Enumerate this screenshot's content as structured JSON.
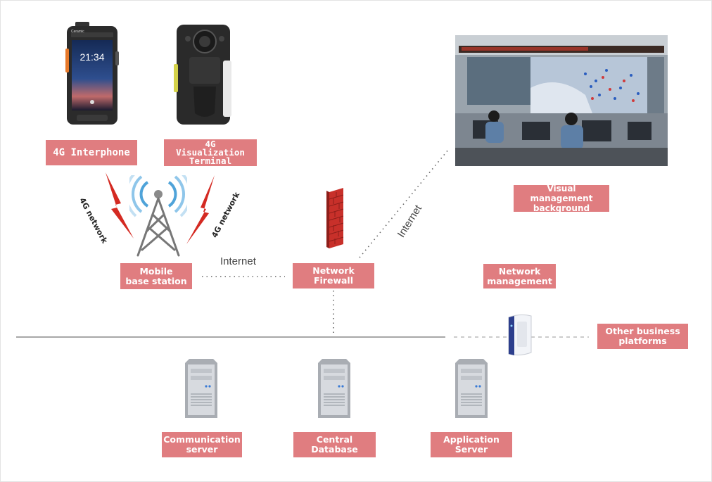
{
  "nodes": {
    "interphone": "4G Interphone",
    "visual_terminal": [
      "4G Visualization",
      "Terminal"
    ],
    "visual_mgmt": [
      "Visual management",
      "background"
    ],
    "base_station": [
      "Mobile",
      "base station"
    ],
    "firewall": "Network Firewall",
    "network_mgmt": [
      "Network",
      "management"
    ],
    "other_platforms": [
      "Other business",
      "platforms"
    ],
    "comm_server": [
      "Communication",
      "server"
    ],
    "central_db": "Central Database",
    "app_server": "Application Server"
  },
  "links": {
    "left_network": "4G network",
    "right_network": "4G network",
    "internet_h": "Internet",
    "internet_diag": "Internet"
  },
  "phone_screen": {
    "time": "21:34",
    "brand": "Ceramic"
  },
  "colors": {
    "label_bg": "#e07d80",
    "line": "#888888",
    "lightning": "#d42a22",
    "firewall": "#c8302a",
    "signal": "#4fa3d9"
  }
}
